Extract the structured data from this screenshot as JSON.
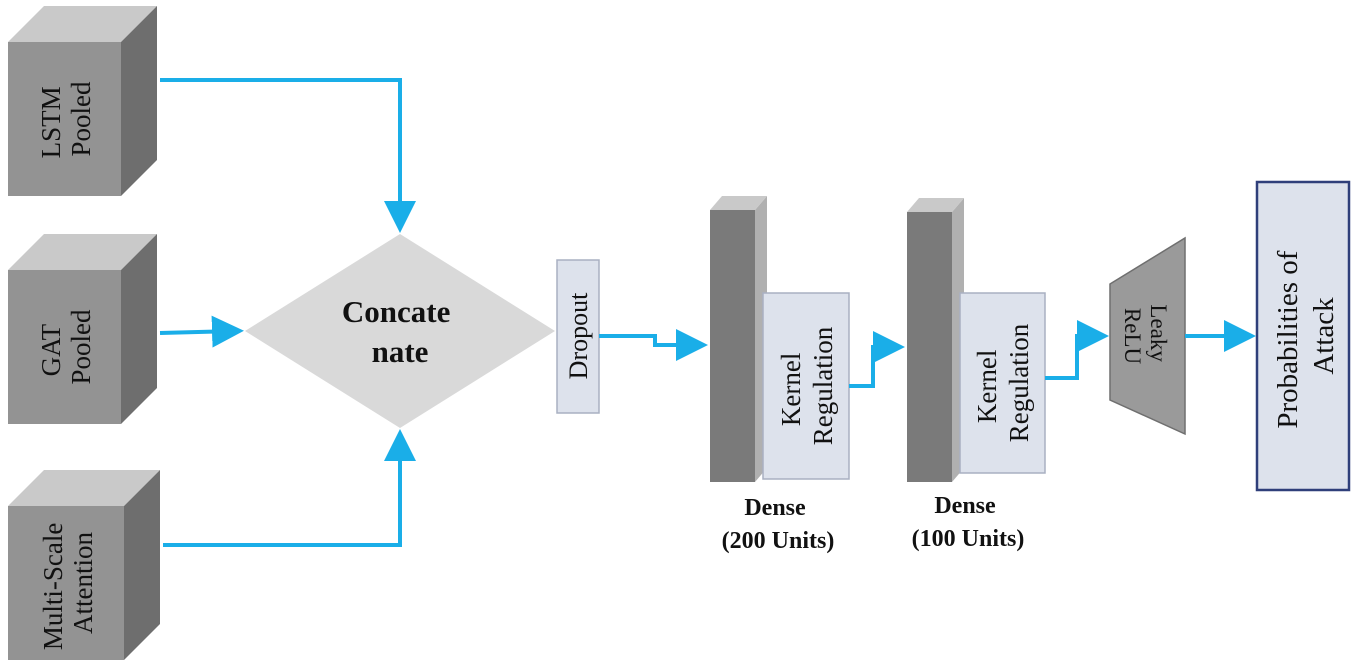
{
  "colors": {
    "arrow": "#1aaee8",
    "cube_front": "#939393",
    "cube_top": "#c9c9c9",
    "cube_side": "#6e6e6e",
    "diamond": "#d9d9d9",
    "light_box": "#dde2ec",
    "light_box_border": "#a9b0c2",
    "slab_front": "#7a7a7a",
    "slab_side": "#b0b0b0",
    "output_border": "#2f3f7a"
  },
  "inputs": {
    "lstm": {
      "line1": "LSTM",
      "line2": "Pooled"
    },
    "gat": {
      "line1": "GAT",
      "line2": "Pooled"
    },
    "msa": {
      "line1": "Multi-Scale",
      "line2": "Attention"
    }
  },
  "concat": {
    "line1": "Concate",
    "line2": "nate"
  },
  "dropout": {
    "label": "Dropout"
  },
  "dense1": {
    "kernel_line1": "Kernel",
    "kernel_line2": "Regulation",
    "caption1": "Dense",
    "caption2": "(200 Units)"
  },
  "dense2": {
    "kernel_line1": "Kernel",
    "kernel_line2": "Regulation",
    "caption1": "Dense",
    "caption2": "(100 Units)"
  },
  "relu": {
    "line1": "Leaky",
    "line2": "ReLU"
  },
  "output": {
    "line1": "Probabilities of",
    "line2": "Attack"
  }
}
